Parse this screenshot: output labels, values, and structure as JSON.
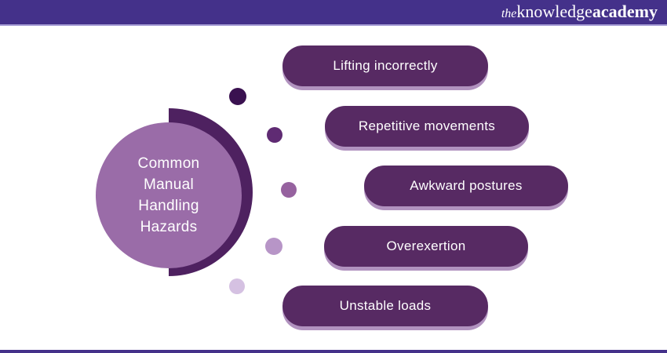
{
  "header": {
    "bg_color": "#44318a",
    "logo": {
      "the": "the",
      "knowledge": "knowledge",
      "academy": "academy"
    }
  },
  "diagram": {
    "circle": {
      "title": "Common Manual Handling Hazards",
      "lines": [
        "Common",
        "Manual",
        "Handling",
        "Hazards"
      ],
      "fill_color": "#9a6ca8",
      "crescent_color": "#4e2160",
      "text_color": "#ffffff"
    },
    "dots": [
      {
        "color": "#3a1150"
      },
      {
        "color": "#5f2b73"
      },
      {
        "color": "#96629f"
      },
      {
        "color": "#b795c7"
      },
      {
        "color": "#d5c1e2"
      }
    ],
    "items": [
      {
        "label": "Lifting incorrectly"
      },
      {
        "label": "Repetitive movements"
      },
      {
        "label": "Awkward postures"
      },
      {
        "label": "Overexertion"
      },
      {
        "label": "Unstable loads"
      }
    ],
    "pill_color": "#572a63",
    "pill_shadow_color": "#b192bf"
  },
  "footer": {
    "bg_color": "#44318a"
  }
}
